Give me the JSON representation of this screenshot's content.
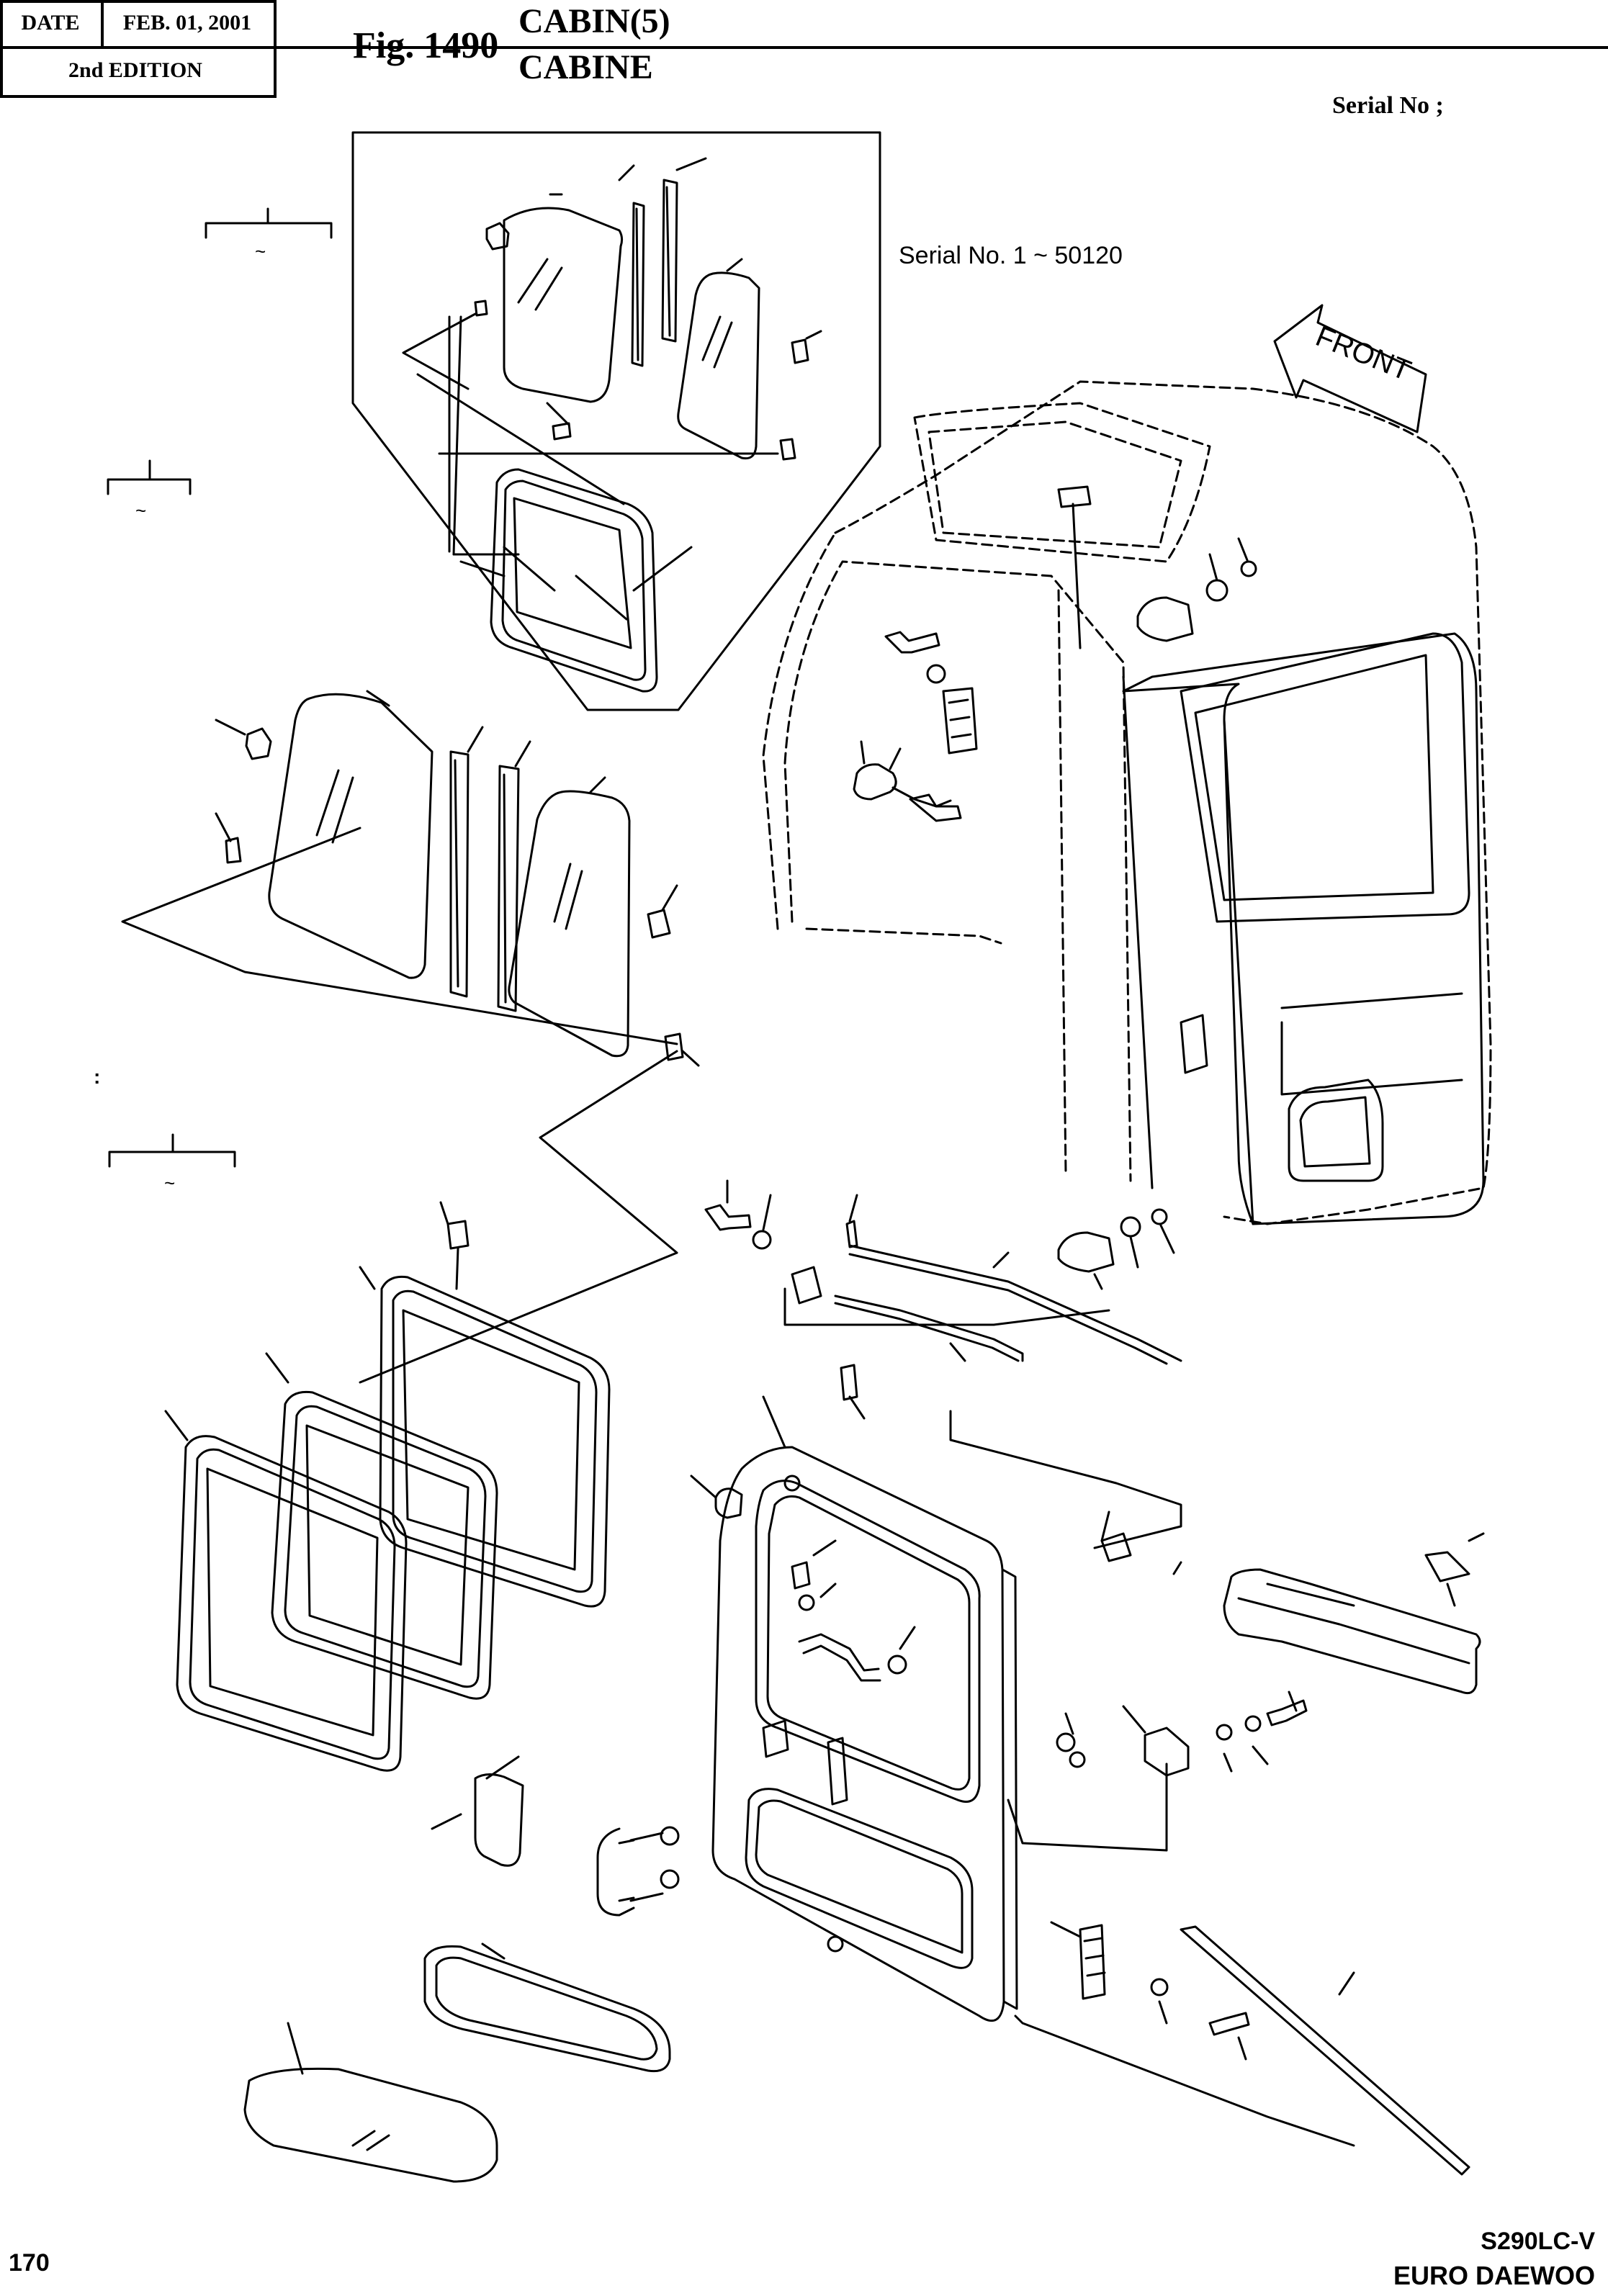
{
  "header": {
    "date_label": "DATE",
    "date_value": "FEB. 01, 2001",
    "edition": "2nd EDITION",
    "fig_number": "Fig. 1490",
    "title_en": "CABIN(5)",
    "title_fr": "CABINE",
    "serial_label": "Serial No ;"
  },
  "diagram": {
    "serial_range": "Serial No. 1 ~ 50120",
    "front_arrow_label": "FRONT",
    "bracket_marks": [
      "~",
      "~",
      "~"
    ],
    "colon_mark": ":"
  },
  "footer": {
    "page_number": "170",
    "model": "S290LC-V",
    "brand": "EURO DAEWOO"
  },
  "colors": {
    "ink": "#000000",
    "paper": "#ffffff"
  }
}
